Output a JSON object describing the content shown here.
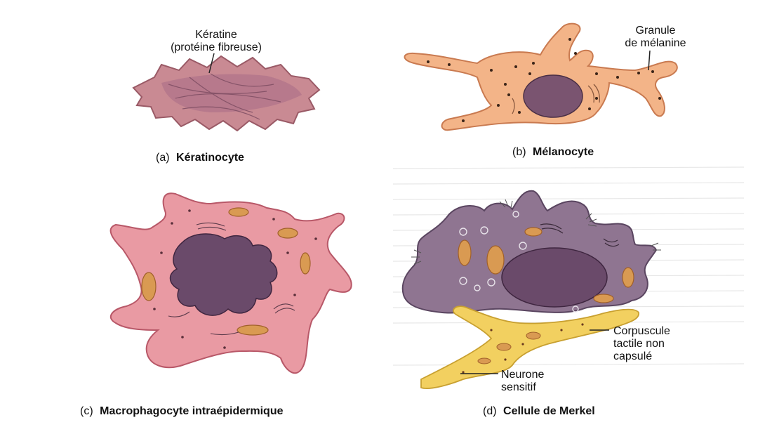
{
  "figure": {
    "cells": [
      {
        "id": "a",
        "caption_letter": "(a)",
        "caption_name": "Kératinocyte",
        "annotation": [
          "Kératine",
          "(protéine fibreuse)"
        ]
      },
      {
        "id": "b",
        "caption_letter": "(b)",
        "caption_name": "Mélanocyte",
        "annotation": [
          "Granule",
          "de mélanine"
        ]
      },
      {
        "id": "c",
        "caption_letter": "(c)",
        "caption_name": "Macrophagocyte intraépidermique"
      },
      {
        "id": "d",
        "caption_letter": "(d)",
        "caption_name": "Cellule de Merkel",
        "annotation_corpuscule": [
          "Corpuscule",
          "tactile non",
          "capsulé"
        ],
        "annotation_neurone": [
          "Neurone",
          "sensitif"
        ]
      }
    ]
  },
  "colors": {
    "keratinocyte": "#c98a93",
    "melanocyte": "#f3b488",
    "macrophage": "#e99aa3",
    "merkel": "#8f7591",
    "nucleus": "#6a4a6a",
    "neuron": "#f2d060"
  }
}
